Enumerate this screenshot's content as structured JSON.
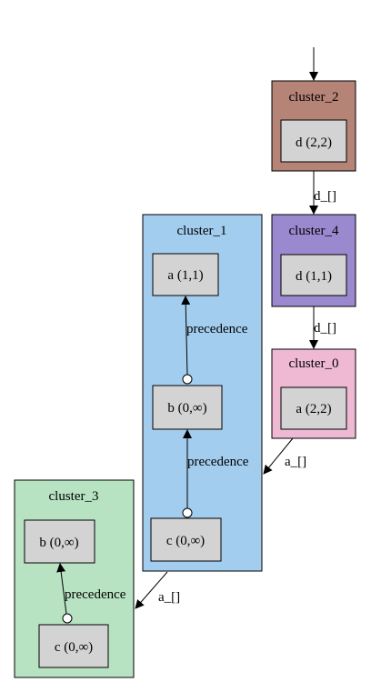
{
  "colors": {
    "cluster_0": "#efb9d4",
    "cluster_1": "#a3cdef",
    "cluster_2": "#b58477",
    "cluster_3": "#b8e3c3",
    "cluster_4": "#9b89d0",
    "node_fill": "#d3d3d3",
    "stroke": "#000000"
  },
  "clusters": {
    "cluster_0": {
      "title": "cluster_0",
      "node_a": "a (2,2)"
    },
    "cluster_1": {
      "title": "cluster_1",
      "node_a": "a (1,1)",
      "node_b": "b (0,∞)",
      "node_c": "c (0,∞)"
    },
    "cluster_2": {
      "title": "cluster_2",
      "node_d": "d (2,2)"
    },
    "cluster_3": {
      "title": "cluster_3",
      "node_b": "b (0,∞)",
      "node_c": "c (0,∞)"
    },
    "cluster_4": {
      "title": "cluster_4",
      "node_d": "d (1,1)"
    }
  },
  "edges": {
    "d2_to_d4": "d_[]",
    "d4_to_a0": "d_[]",
    "a0_to_cluster1": "a_[]",
    "cluster1_to_cluster3": "a_[]",
    "c1_to_b1": "precedence",
    "b1_to_a1": "precedence",
    "c3_to_b3": "precedence"
  }
}
